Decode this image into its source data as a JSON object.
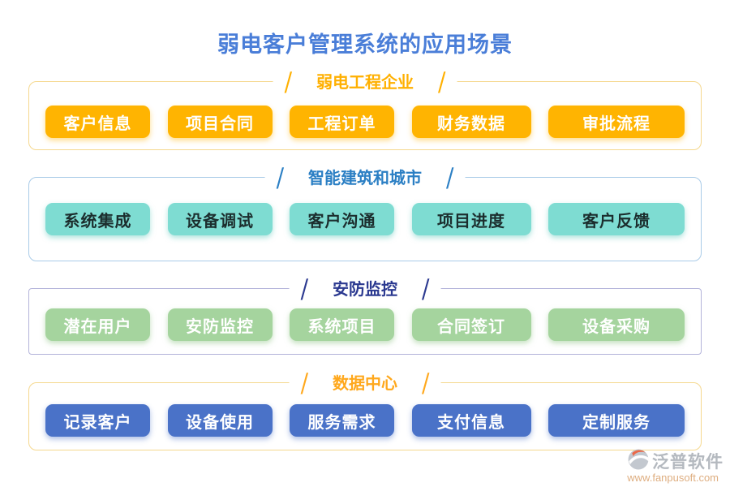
{
  "page": {
    "title": "弱电客户管理系统的应用场景"
  },
  "decoration": {
    "slash": "/"
  },
  "sections": [
    {
      "title": "弱电工程企业",
      "items": [
        "客户信息",
        "项目合同",
        "工程订单",
        "财务数据",
        "审批流程"
      ]
    },
    {
      "title": "智能建筑和城市",
      "items": [
        "系统集成",
        "设备调试",
        "客户沟通",
        "项目进度",
        "客户反馈"
      ]
    },
    {
      "title": "安防监控",
      "items": [
        "潜在用户",
        "安防监控",
        "系统项目",
        "合同签订",
        "设备采购"
      ]
    },
    {
      "title": "数据中心",
      "items": [
        "记录客户",
        "设备使用",
        "服务需求",
        "支付信息",
        "定制服务"
      ]
    }
  ],
  "watermark": {
    "brand": "泛普软件",
    "url_text": "www.fanpusoft.com"
  },
  "colors": {
    "title": "#4a7ed8",
    "sec1_accent": "#ffb000",
    "sec1_border": "#f5d88e",
    "sec1_chip_bg": "#ffb401",
    "sec1_chip_text": "#ffffff",
    "sec2_accent": "#2b7fc4",
    "sec2_border": "#a9cbe8",
    "sec2_chip_bg": "#7edcd2",
    "sec2_chip_text": "#1c2e2e",
    "sec3_accent": "#2b3990",
    "sec3_border": "#b3b3da",
    "sec3_chip_bg": "#a5d49e",
    "sec3_chip_text": "#ffffff",
    "sec4_accent": "#ffa81c",
    "sec4_border": "#f5d88e",
    "sec4_chip_bg": "#4a72c8",
    "sec4_chip_text": "#ffffff",
    "watermark_brand": "#a8adb5",
    "watermark_url": "#d9a06b",
    "watermark_logo_accent": "#e8502a"
  }
}
